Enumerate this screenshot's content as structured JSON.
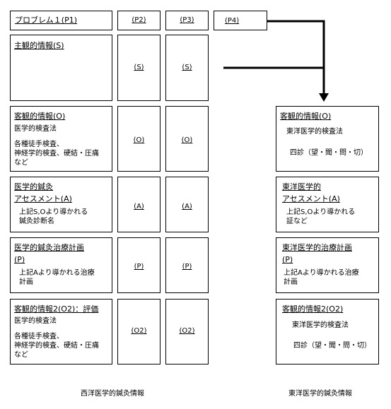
{
  "header": {
    "p1": "プロブレム１(P1)",
    "p2": "(P2)",
    "p3": "(P3)",
    "p4": "(P4)"
  },
  "western": {
    "s": {
      "title": "主観的情報(S)"
    },
    "o": {
      "title": "客観的情報(O)",
      "lines": [
        "医学的検査法",
        "各種徒手検査、",
        "神経学的検査、硬結・圧痛",
        "など"
      ]
    },
    "a": {
      "title_lines": [
        "医学的鍼灸",
        "アセスメント(A)"
      ],
      "lines": [
        "上記S,Oより導かれる",
        "鍼灸診断名"
      ]
    },
    "p": {
      "title_lines": [
        "医学的鍼灸治療計画",
        "(P)"
      ],
      "lines": [
        "上記Aより導かれる治療",
        "計画"
      ]
    },
    "o2": {
      "title": "客観的情報2(O2)：評価",
      "lines": [
        "医学的検査法",
        "各種徒手検査、",
        "神経学的検査、硬結・圧痛",
        "など"
      ]
    }
  },
  "columns": {
    "s": "(S)",
    "o": "(O)",
    "a": "(A)",
    "p": "(P)",
    "o2": "(O2)"
  },
  "eastern": {
    "o": {
      "title": "客観的情報(O)",
      "lines": [
        "東洋医学的検査法",
        "四診（望・聞・問・切）"
      ]
    },
    "a": {
      "title_lines": [
        "東洋医学的",
        "アセスメント(A)"
      ],
      "lines": [
        "上記S,Oより導かれる",
        "証など"
      ]
    },
    "p": {
      "title_lines": [
        "東洋医学的治療計画",
        "(P)"
      ],
      "lines": [
        "上記Aより導かれる治療",
        "計画"
      ]
    },
    "o2": {
      "title": "客観的情報2(O2)",
      "lines": [
        "東洋医学的検査法",
        "四診（望・聞・問・切）"
      ]
    }
  },
  "footer": {
    "western": "西洋医学的鍼灸情報",
    "eastern": "東洋医学的鍼灸情報"
  }
}
